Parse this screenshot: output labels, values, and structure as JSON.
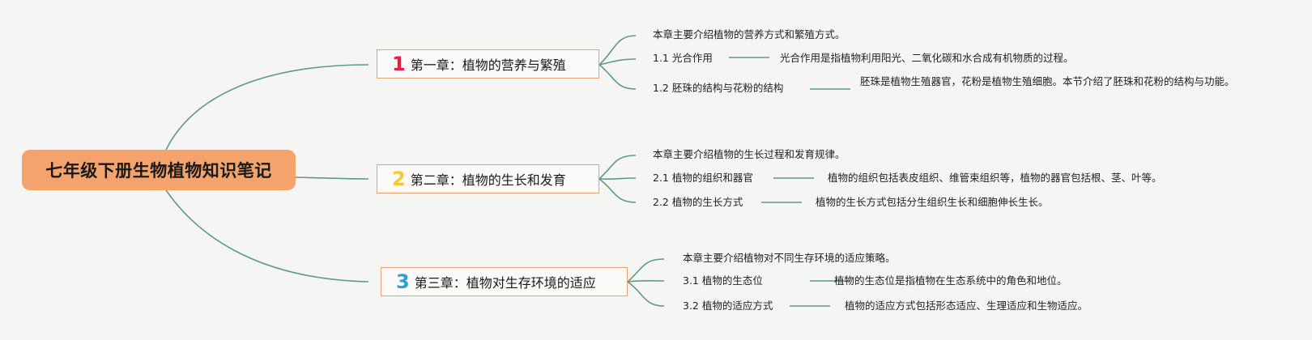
{
  "root": {
    "title": "七年级下册生物植物知识笔记"
  },
  "chapters": [
    {
      "num": "1",
      "num_color": "#e0223f",
      "title": "第一章：植物的营养与繁殖",
      "summary": "本章主要介绍植物的营养方式和繁殖方式。",
      "sections": [
        {
          "label": "1.1 光合作用",
          "desc": "光合作用是指植物利用阳光、二氧化碳和水合成有机物质的过程。"
        },
        {
          "label": "1.2 胚珠的结构与花粉的结构",
          "desc": "胚珠是植物生殖器官，花粉是植物生殖细胞。本节介绍了胚珠和花粉的结构与功能。"
        }
      ]
    },
    {
      "num": "2",
      "num_color": "#f5c731",
      "title": "第二章：植物的生长和发育",
      "summary": "本章主要介绍植物的生长过程和发育规律。",
      "sections": [
        {
          "label": "2.1 植物的组织和器官",
          "desc": "植物的组织包括表皮组织、维管束组织等，植物的器官包括根、茎、叶等。"
        },
        {
          "label": "2.2 植物的生长方式",
          "desc": "植物的生长方式包括分生组织生长和细胞伸长生长。"
        }
      ]
    },
    {
      "num": "3",
      "num_color": "#2b9fd8",
      "title": "第三章：植物对生存环境的适应",
      "summary": "本章主要介绍植物对不同生存环境的适应策略。",
      "sections": [
        {
          "label": "3.1 植物的生态位",
          "desc": "植物的生态位是指植物在生态系统中的角色和地位。"
        },
        {
          "label": "3.2 植物的适应方式",
          "desc": "植物的适应方式包括形态适应、生理适应和生物适应。"
        }
      ]
    }
  ]
}
